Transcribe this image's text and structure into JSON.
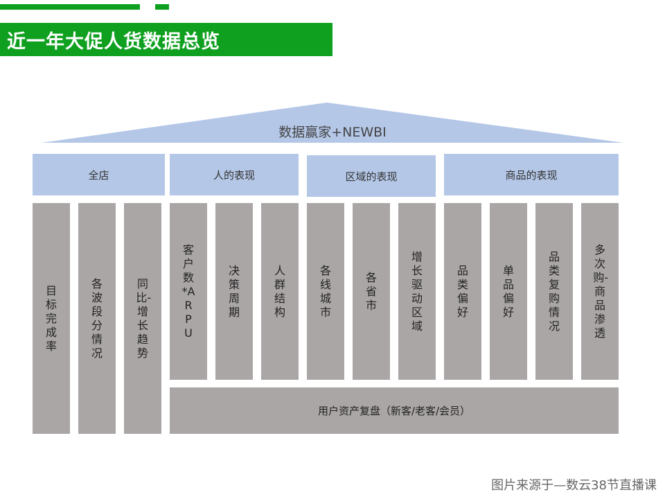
{
  "title": "近一年大促人货数据总览",
  "roof_label": "数据赢家+NEWBI",
  "groups": [
    {
      "label": "全店"
    },
    {
      "label": "人的表现"
    },
    {
      "label": "区域的表现"
    },
    {
      "label": "商品的表现"
    }
  ],
  "pillars": [
    {
      "label": "目标完成率"
    },
    {
      "label": "各波段分情况"
    },
    {
      "label": "同比-增长趋势"
    },
    {
      "label": "客户数*ARPU"
    },
    {
      "label": "决策周期"
    },
    {
      "label": "人群结构"
    },
    {
      "label": "各线城市"
    },
    {
      "label": "各省市"
    },
    {
      "label": "增长驱动区域"
    },
    {
      "label": "品类偏好"
    },
    {
      "label": "单品偏好"
    },
    {
      "label": "品类复购情况"
    },
    {
      "label": "多次购-商品渗透"
    }
  ],
  "base_label": "用户资产复盘（新客/老客/会员）",
  "credit": "图片来源于—数云38节直播课",
  "colors": {
    "accent_green": "#10a020",
    "header_blue": "#b4c7e7",
    "pillar_gray": "#aba6a6"
  }
}
